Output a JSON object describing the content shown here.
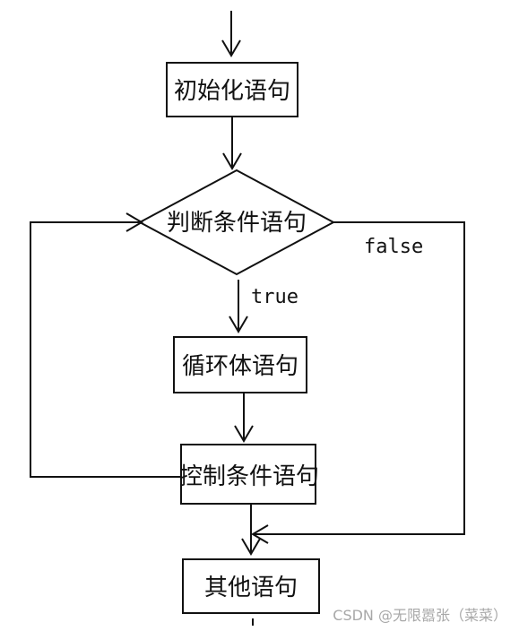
{
  "nodes": {
    "init": "初始化语句",
    "condition": "判断条件语句",
    "body": "循环体语句",
    "control": "控制条件语句",
    "other": "其他语句"
  },
  "edge_labels": {
    "true_label": "true",
    "false_label": "false"
  },
  "watermark": "CSDN @无限嚣张（菜菜）"
}
